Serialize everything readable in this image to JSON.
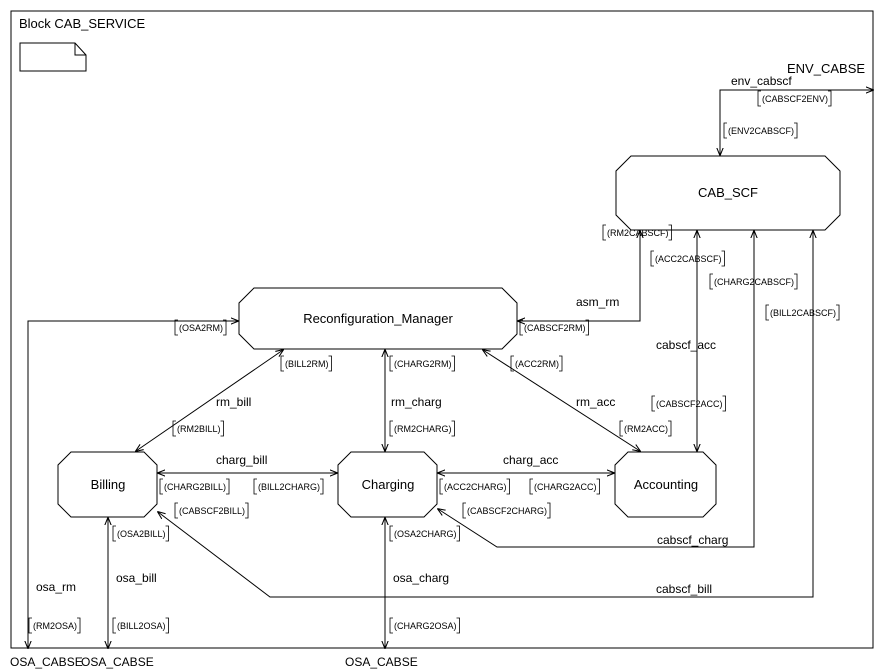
{
  "title": "Block CAB_SERVICE",
  "blocks": {
    "cab_scf": "CAB_SCF",
    "reconfiguration_manager": "Reconfiguration_Manager",
    "billing": "Billing",
    "charging": "Charging",
    "accounting": "Accounting"
  },
  "channels": {
    "env_cabscf": "env_cabscf",
    "asm_rm": "asm_rm",
    "cabscf_acc": "cabscf_acc",
    "rm_bill": "rm_bill",
    "rm_charg": "rm_charg",
    "rm_acc": "rm_acc",
    "charg_bill": "charg_bill",
    "charg_acc": "charg_acc",
    "cabscf_charg": "cabscf_charg",
    "cabscf_bill": "cabscf_bill",
    "osa_rm": "osa_rm",
    "osa_bill": "osa_bill",
    "osa_charg": "osa_charg"
  },
  "signals": {
    "cabscf2env": "(CABSCF2ENV)",
    "env2cabscf": "(ENV2CABSCF)",
    "rm2cabscf": "(RM2CABSCF)",
    "acc2cabscf": "(ACC2CABSCF)",
    "charg2cabscf": "(CHARG2CABSCF)",
    "bill2cabscf": "(BILL2CABSCF)",
    "cabscf2rm": "(CABSCF2RM)",
    "osa2rm": "(OSA2RM)",
    "bill2rm": "(BILL2RM)",
    "charg2rm": "(CHARG2RM)",
    "acc2rm": "(ACC2RM)",
    "cabscf2acc": "(CABSCF2ACC)",
    "rm2bill": "(RM2BILL)",
    "rm2charg": "(RM2CHARG)",
    "rm2acc": "(RM2ACC)",
    "charg2bill": "(CHARG2BILL)",
    "bill2charg": "(BILL2CHARG)",
    "acc2charg": "(ACC2CHARG)",
    "charg2acc": "(CHARG2ACC)",
    "cabscf2bill": "(CABSCF2BILL)",
    "cabscf2charg": "(CABSCF2CHARG)",
    "osa2bill": "(OSA2BILL)",
    "osa2charg": "(OSA2CHARG)",
    "rm2osa": "(RM2OSA)",
    "bill2osa": "(BILL2OSA)",
    "charg2osa": "(CHARG2OSA)"
  },
  "environment": {
    "env_cabse": "ENV_CABSE",
    "osa_cabse_rm": "OSA_CABSE",
    "osa_cabse_bill": "OSA_CABSE",
    "osa_cabse_charg": "OSA_CABSE"
  }
}
